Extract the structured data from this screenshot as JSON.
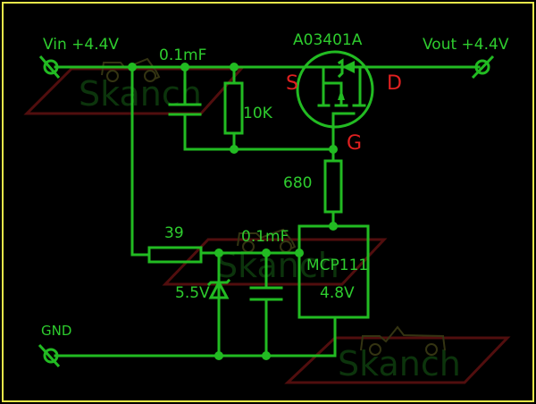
{
  "schematic": {
    "terminals": {
      "vin": "Vin +4.4V",
      "vout": "Vout +4.4V",
      "gnd": "GND"
    },
    "mosfet": {
      "part": "A03401A",
      "source": "S",
      "drain": "D",
      "gate": "G"
    },
    "components": {
      "c1": "0.1mF",
      "r1": "10K",
      "r_gate": "680",
      "r_series": "39",
      "zener": "5.5V",
      "c2": "0.1mF",
      "ic_name": "MCP111",
      "ic_value": "4.8V"
    },
    "watermark": "Skanch",
    "colors": {
      "wire": "#22bb22",
      "pin_label": "#e02020",
      "frame": "#e6e64a",
      "background": "#000000"
    }
  }
}
